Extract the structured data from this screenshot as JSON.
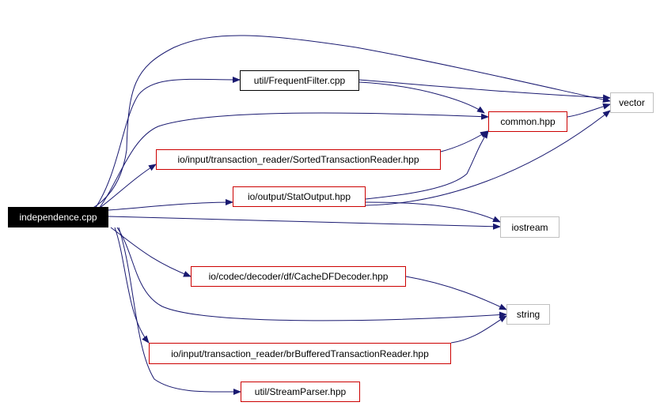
{
  "colors": {
    "edge": "#191970",
    "root_fill": "#000000",
    "root_text": "#ffffff",
    "border_documented": "#000000",
    "border_linked": "#cc0000",
    "border_external": "#c0c0c0"
  },
  "nodes": {
    "independence": "independence.cpp",
    "frequent_filter": "util/FrequentFilter.cpp",
    "vector": "vector",
    "common": "common.hpp",
    "sorted_reader": "io/input/transaction_reader/SortedTransactionReader.hpp",
    "stat_output": "io/output/StatOutput.hpp",
    "iostream": "iostream",
    "cache_df": "io/codec/decoder/df/CacheDFDecoder.hpp",
    "string": "string",
    "br_buffered": "io/input/transaction_reader/brBufferedTransactionReader.hpp",
    "stream_parser": "util/StreamParser.hpp"
  },
  "edges": [
    {
      "from": "independence",
      "to": "vector"
    },
    {
      "from": "independence",
      "to": "frequent_filter"
    },
    {
      "from": "independence",
      "to": "common"
    },
    {
      "from": "independence",
      "to": "sorted_reader"
    },
    {
      "from": "independence",
      "to": "stat_output"
    },
    {
      "from": "independence",
      "to": "iostream"
    },
    {
      "from": "independence",
      "to": "cache_df"
    },
    {
      "from": "independence",
      "to": "string"
    },
    {
      "from": "independence",
      "to": "br_buffered"
    },
    {
      "from": "independence",
      "to": "stream_parser"
    },
    {
      "from": "frequent_filter",
      "to": "vector"
    },
    {
      "from": "frequent_filter",
      "to": "common"
    },
    {
      "from": "common",
      "to": "vector"
    },
    {
      "from": "sorted_reader",
      "to": "common"
    },
    {
      "from": "stat_output",
      "to": "common"
    },
    {
      "from": "stat_output",
      "to": "vector"
    },
    {
      "from": "stat_output",
      "to": "iostream"
    },
    {
      "from": "cache_df",
      "to": "string"
    },
    {
      "from": "br_buffered",
      "to": "string"
    }
  ]
}
